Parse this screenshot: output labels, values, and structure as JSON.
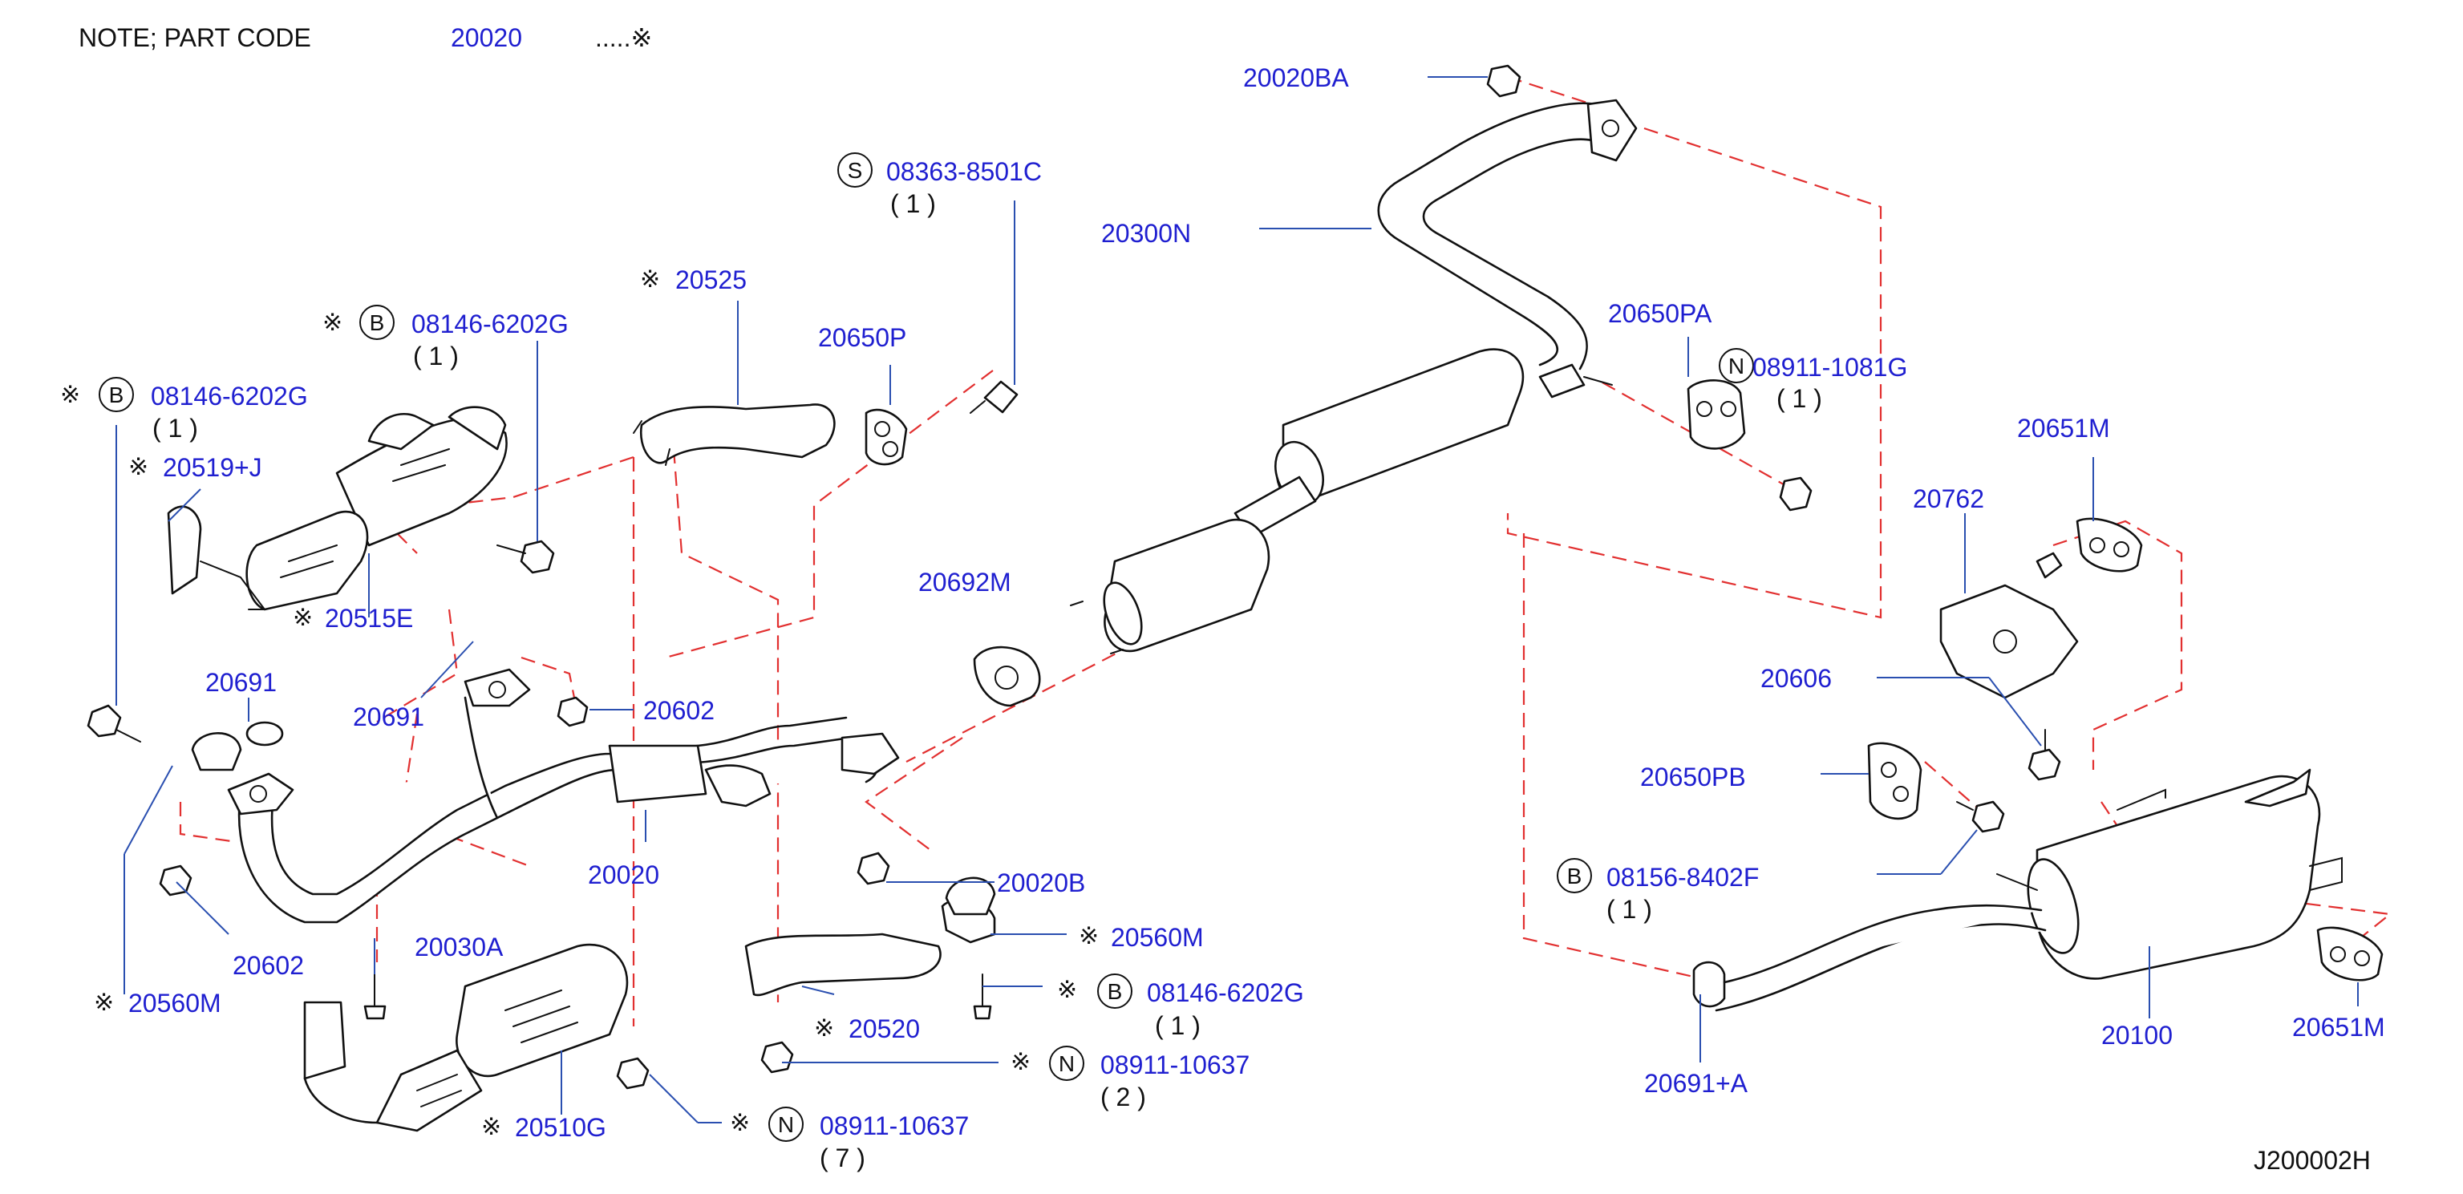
{
  "note": {
    "prefix": "NOTE;  PART  CODE",
    "code": "20020",
    "suffix": ".....※"
  },
  "diagram_id": "J200002H",
  "symbols": {
    "asterisk": "※",
    "bolt_b": "B",
    "nut_n": "N",
    "screw_s": "S"
  },
  "colors": {
    "label": "#1f1fd0",
    "leader": "#2a4fb0",
    "guide": "#e23030",
    "line": "#111111"
  },
  "callouts": {
    "p20020BA": "20020BA",
    "p08363": "08363-8501C",
    "p08363_qty": "( 1 )",
    "p20300N": "20300N",
    "p20650PA": "20650PA",
    "p08911_1081G": "08911-1081G",
    "p08911_1081G_qty": "(  1    )",
    "p20525": "20525",
    "p20650P": "20650P",
    "p08146_a": "08146-6202G",
    "p08146_a_qty": "( 1 )",
    "p08146_b": "08146-6202G",
    "p08146_b_qty": "( 1 )",
    "p20519J": "20519+J",
    "p20651M_top": "20651M",
    "p20762": "20762",
    "p20692M": "20692M",
    "p20515E": "20515E",
    "p20691_a": "20691",
    "p20691_b": "20691",
    "p20602_a": "20602",
    "p20602_b": "20602",
    "p20606": "20606",
    "p20650PB": "20650PB",
    "p20020": "20020",
    "p20020B": "20020B",
    "p08156": "08156-8402F",
    "p08156_qty": "( 1 )",
    "p20560M_a": "20560M",
    "p20560M_b": "20560M",
    "p20030A": "20030A",
    "p08146_c": "08146-6202G",
    "p08146_c_qty": "( 1 )",
    "p20520": "20520",
    "p08911_10637_a": "08911-10637",
    "p08911_10637_a_qty": "( 2   )",
    "p08911_10637_b": "08911-10637",
    "p08911_10637_b_qty": "( 7   )",
    "p20510G": "20510G",
    "p20691A": "20691+A",
    "p20100": "20100",
    "p20651M_bot": "20651M"
  }
}
